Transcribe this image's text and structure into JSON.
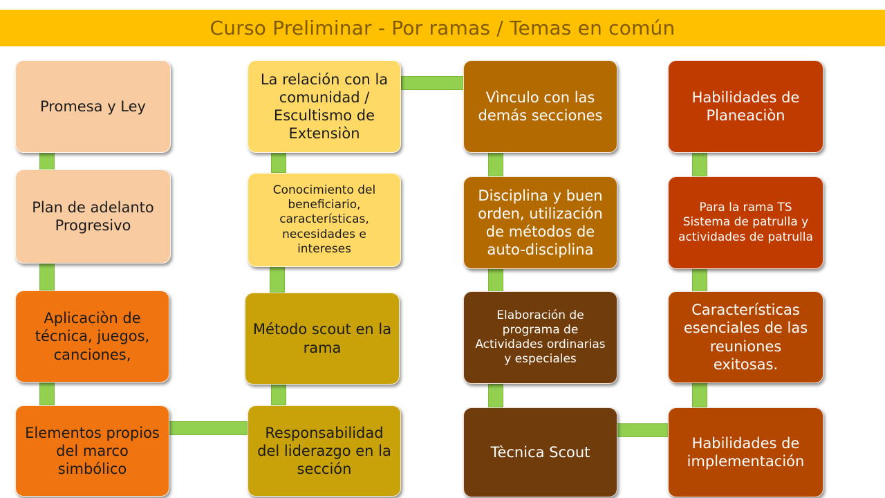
{
  "title": "Curso Preliminar  - Por ramas / Temas en común",
  "colors": {
    "title_bar": "#ffc000",
    "title_text": "#7f5a00",
    "connector": "#92d050"
  },
  "columns": [
    {
      "boxes": [
        {
          "text": "Promesa y Ley",
          "color": "#f8cba0"
        },
        {
          "text": "Plan de adelanto Progresivo",
          "color": "#f8cba0"
        },
        {
          "text": "Aplicaciòn de técnica, juegos, canciones,",
          "color": "#f07511"
        },
        {
          "text": "Elementos propios del marco simbólico",
          "color": "#f07511"
        }
      ]
    },
    {
      "boxes": [
        {
          "text": "La relación con la comunidad / Escultismo de Extensiòn",
          "color": "#ffd966"
        },
        {
          "text": "Conocimiento del beneficiario, características, necesidades e intereses",
          "color": "#ffd966"
        },
        {
          "text": "Método scout en la rama",
          "color": "#c9a20a"
        },
        {
          "text": "Responsabilidad del liderazgo en la sección",
          "color": "#c9a20a"
        }
      ]
    },
    {
      "boxes": [
        {
          "text": "Vìnculo con las demás secciones",
          "color": "#b36a00"
        },
        {
          "text": "Disciplina y buen orden, utilización de métodos de auto-disciplina",
          "color": "#b36a00"
        },
        {
          "text": "Elaboración de programa de Actividades ordinarias y especiales",
          "color": "#703c0b"
        },
        {
          "text": "Tècnica Scout",
          "color": "#703c0b"
        }
      ]
    },
    {
      "boxes": [
        {
          "text": "Habilidades de Planeaciòn",
          "color": "#bf3b00"
        },
        {
          "text": "Para la rama TS Sistema de patrulla y actividades de patrulla",
          "color": "#bf3b00"
        },
        {
          "text": "Características esenciales de las reuniones exitosas.",
          "color": "#b34700"
        },
        {
          "text": "Habilidades de implementación",
          "color": "#b34700"
        }
      ]
    }
  ]
}
